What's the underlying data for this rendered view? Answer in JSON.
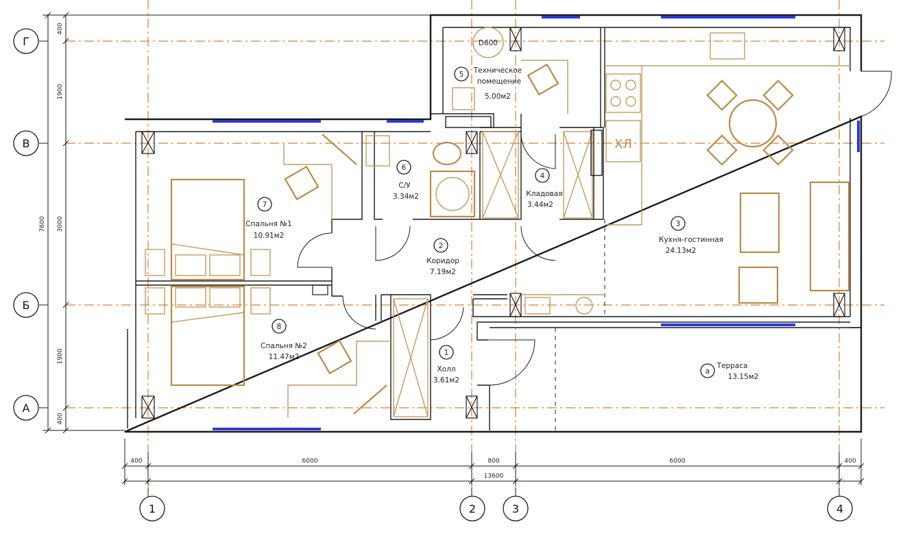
{
  "axes": {
    "vertical": [
      "1",
      "2",
      "3",
      "4"
    ],
    "horizontal": [
      "Г",
      "В",
      "Б",
      "А"
    ]
  },
  "rooms": [
    {
      "id": "room-1",
      "number": "1",
      "name": "Холл",
      "area": "3.61м2"
    },
    {
      "id": "room-2",
      "number": "2",
      "name": "Коридор",
      "area": "7.19м2"
    },
    {
      "id": "room-3",
      "number": "3",
      "name": "Кухня-гостинная",
      "area": "24.13м2"
    },
    {
      "id": "room-4",
      "number": "4",
      "name": "Кладовая",
      "area": "3.44м2"
    },
    {
      "id": "room-5",
      "number": "5",
      "name_line1": "Техническое",
      "name_line2": "помещение",
      "area": "5.00м2"
    },
    {
      "id": "room-6",
      "number": "6",
      "name": "С/У",
      "area": "3.34м2"
    },
    {
      "id": "room-7",
      "number": "7",
      "name": "Спальня №1",
      "area": "10.91м2"
    },
    {
      "id": "room-8",
      "number": "8",
      "name": "Спальня №2",
      "area": "11.47м2"
    },
    {
      "id": "room-a",
      "number": "а",
      "name": "Терраса",
      "area": "13.15м2"
    }
  ],
  "dimensions": {
    "bottom": [
      "400",
      "6000",
      "800",
      "6000",
      "400"
    ],
    "bottom_total": "13600",
    "left": [
      "400",
      "1900",
      "3000",
      "1900",
      "400"
    ],
    "left_total": "7600"
  },
  "labels": {
    "boiler": "D600",
    "fridge": "ХЛ"
  }
}
